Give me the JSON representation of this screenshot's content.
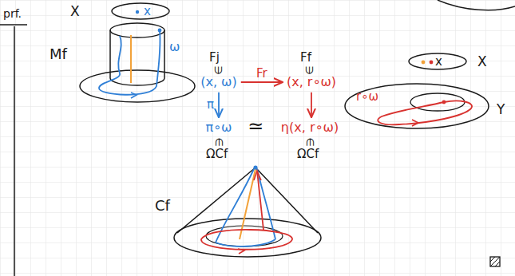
{
  "diagram": {
    "nodes": [
      {
        "text": [
          "X",
          "x"
        ]
      },
      {
        "text": [
          "(x, ω)"
        ]
      },
      {
        "text": [
          "(x, r∘ω)"
        ]
      },
      {
        "text": [
          "π∘ω"
        ]
      },
      {
        "text": [
          "η(x, r∘ω)"
        ]
      },
      {
        "text": [
          "x",
          "X"
        ]
      },
      {
        "text": [
          "r∘ω",
          "Y"
        ]
      }
    ],
    "edges": [
      {
        "from": 1,
        "to": 2,
        "label": "Fr",
        "arrow": "to"
      },
      {
        "from": 1,
        "to": 3,
        "label": "π",
        "arrow": "to"
      },
      {
        "from": 2,
        "to": 4,
        "arrow": "to"
      }
    ],
    "labels": [
      "prf.",
      "Mf",
      "ω",
      "Fj",
      "∈",
      "Ff",
      "∈",
      "≃",
      "∈",
      "ΩCf",
      "∈",
      "ΩCf",
      "Cf"
    ]
  }
}
